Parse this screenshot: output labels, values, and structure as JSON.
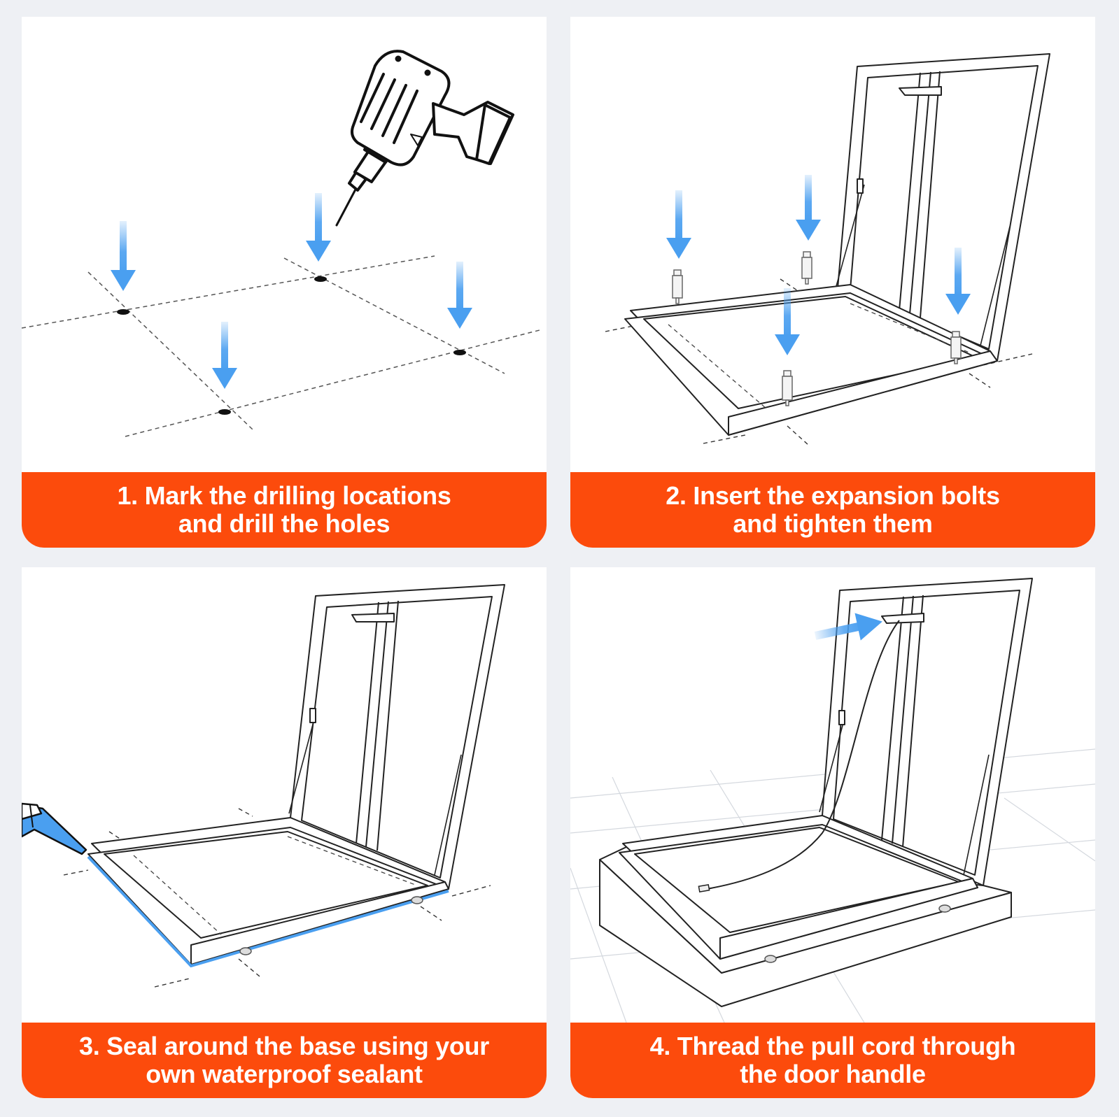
{
  "colors": {
    "accent": "#fc4b0c",
    "arrow": "#4a9ff0",
    "sealant": "#4a9ff0",
    "background": "#eef0f4",
    "panel": "#ffffff"
  },
  "steps": [
    {
      "line1": "1. Mark the drilling locations",
      "line2": "and drill the holes"
    },
    {
      "line1": "2. Insert the expansion bolts",
      "line2": "and tighten them"
    },
    {
      "line1": "3. Seal around the base using your",
      "line2": "own waterproof sealant"
    },
    {
      "line1": "4. Thread the pull cord through",
      "line2": "the door handle"
    }
  ]
}
